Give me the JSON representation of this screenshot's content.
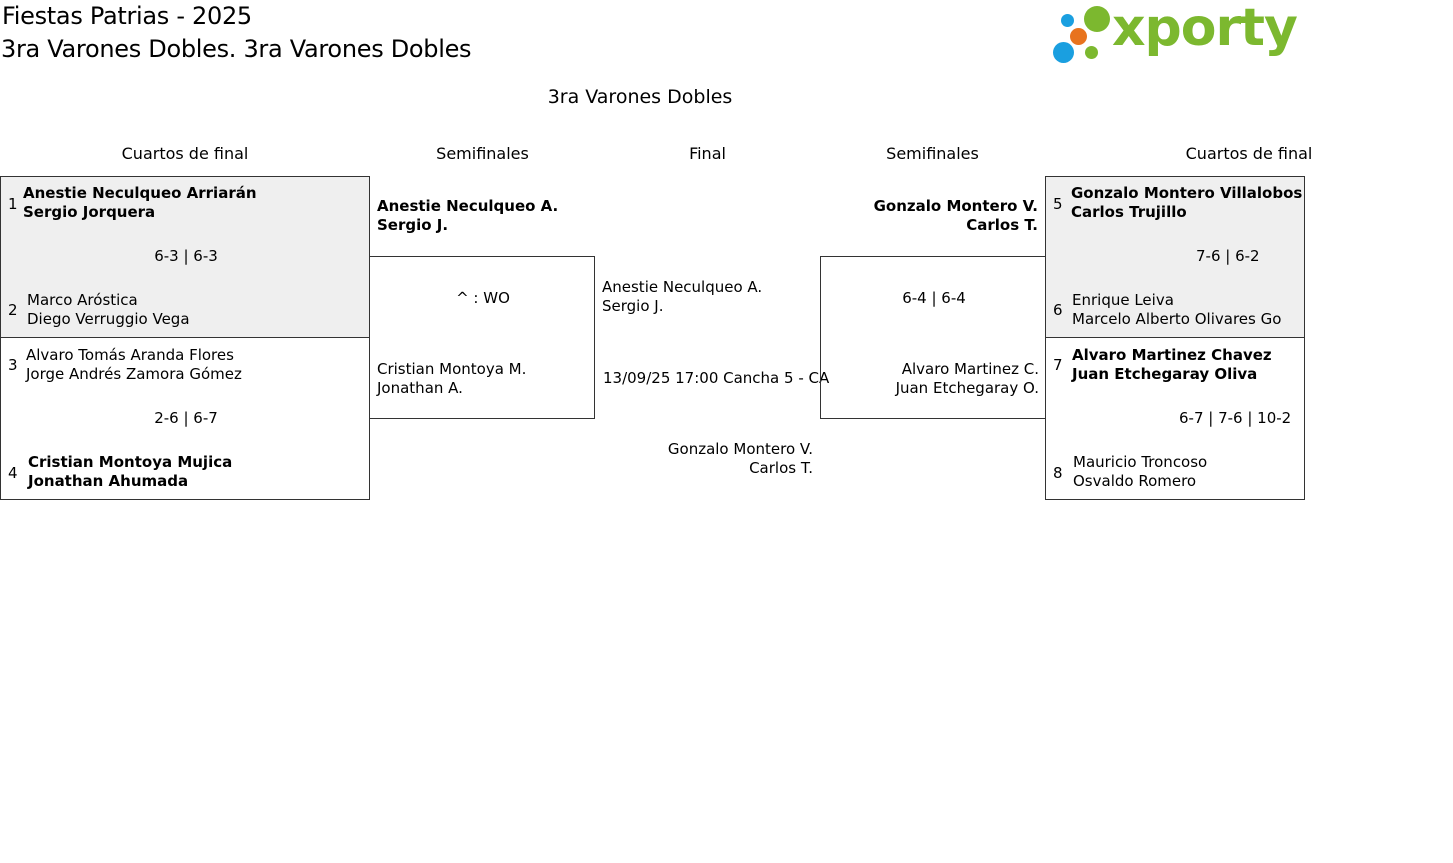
{
  "header": {
    "event_title": "Fiestas Patrias - 2025",
    "category_title": "3ra Varones Dobles. 3ra Varones Dobles",
    "logo_text": "xporty"
  },
  "bracket_title": "3ra Varones Dobles",
  "rounds": {
    "left_quarters": "Cuartos de final",
    "left_semis": "Semifinales",
    "final": "Final",
    "right_semis": "Semifinales",
    "right_quarters": "Cuartos de final"
  },
  "quarterfinals": [
    {
      "top": {
        "seed": "1",
        "p1": "Anestie Neculqueo Arriarán",
        "p2": "Sergio Jorquera"
      },
      "score": "6-3 | 6-3",
      "bottom": {
        "seed": "2",
        "p1": "Marco Aróstica",
        "p2": "Diego Verruggio Vega"
      }
    },
    {
      "top": {
        "seed": "3",
        "p1": "Alvaro Tomás Aranda Flores",
        "p2": "Jorge Andrés Zamora Gómez"
      },
      "score": "2-6 | 6-7",
      "bottom": {
        "seed": "4",
        "p1": "Cristian Montoya Mujica",
        "p2": "Jonathan Ahumada"
      }
    },
    {
      "top": {
        "seed": "5",
        "p1": "Gonzalo Montero Villalobos",
        "p2": "Carlos Trujillo"
      },
      "score": "7-6 | 6-2",
      "bottom": {
        "seed": "6",
        "p1": "Enrique Leiva",
        "p2": "Marcelo Alberto Olivares Go"
      }
    },
    {
      "top": {
        "seed": "7",
        "p1": "Alvaro Martinez Chavez",
        "p2": "Juan Etchegaray Oliva"
      },
      "score": "6-7 | 7-6 | 10-2",
      "bottom": {
        "seed": "8",
        "p1": "Mauricio Troncoso",
        "p2": "Osvaldo Romero"
      }
    }
  ],
  "semifinals": [
    {
      "top": {
        "p1": "Anestie Neculqueo A.",
        "p2": "Sergio J."
      },
      "score": "^ : WO",
      "bottom": {
        "p1": "Cristian Montoya M.",
        "p2": "Jonathan A."
      }
    },
    {
      "top": {
        "p1": "Gonzalo Montero V.",
        "p2": "Carlos T."
      },
      "score": "6-4 | 6-4",
      "bottom": {
        "p1": "Alvaro Martinez C.",
        "p2": "Juan Etchegaray O."
      }
    }
  ],
  "final": {
    "top": {
      "p1": "Anestie Neculqueo A.",
      "p2": "Sergio J."
    },
    "schedule": "13/09/25 17:00 Cancha 5 - CA",
    "bottom": {
      "p1": "Gonzalo Montero V.",
      "p2": "Carlos T."
    }
  },
  "colors": {
    "logo_green": "#7cb82f",
    "logo_blue": "#1a9fe0",
    "logo_orange": "#e8731e",
    "shaded_box": "#efefef"
  }
}
